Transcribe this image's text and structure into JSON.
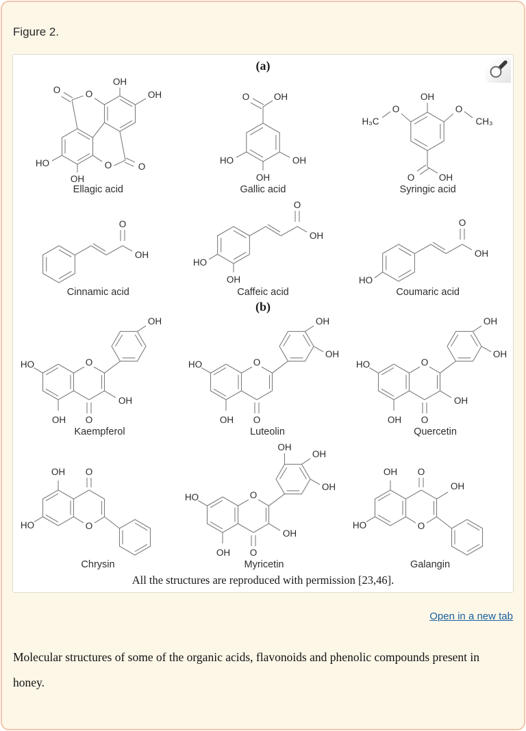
{
  "page": {
    "figure_label": "Figure 2.",
    "open_in_new_tab": "Open in a new tab",
    "caption_line1": "Molecular structures of some of the organic acids, flavonoids and phenolic compounds present in",
    "caption_line2": "honey."
  },
  "figure": {
    "section_a": "(a)",
    "section_b": "(b)",
    "permission_note": "All the structures are reproduced with permission [23,46]."
  },
  "icons": {
    "zoom": "magnifying-glass"
  },
  "colors": {
    "card_bg": "#fdf7e8",
    "card_border": "#f2c6ab",
    "link_blue": "#19609f",
    "structure_stroke": "#7d7d7d"
  },
  "molecules": {
    "ellagic": {
      "name": "Ellagic acid",
      "atoms": {
        "oh_top": "OH",
        "oh_right": "OH",
        "o_carbonyl_left": "O",
        "o_ring_top": "O",
        "ho_left": "HO",
        "oh_bottom": "OH",
        "o_ring_bottom": "O",
        "o_carbonyl_right": "O"
      }
    },
    "gallic": {
      "name": "Gallic acid",
      "atoms": {
        "o_carbonyl": "O",
        "oh_acid": "OH",
        "ho_left": "HO",
        "oh_bottom": "OH",
        "oh_right": "OH"
      }
    },
    "syringic": {
      "name": "Syringic acid",
      "atoms": {
        "oh_top": "OH",
        "o_left": "O",
        "h3c": "H₃C",
        "o_right": "O",
        "ch3": "CH₃",
        "o_carbonyl": "O",
        "oh_acid": "OH"
      }
    },
    "cinnamic": {
      "name": "Cinnamic acid",
      "atoms": {
        "o_carbonyl": "O",
        "oh_acid": "OH"
      }
    },
    "caffeic": {
      "name": "Caffeic acid",
      "atoms": {
        "o_carbonyl": "O",
        "oh_acid": "OH",
        "ho_left": "HO",
        "oh_bottom": "OH"
      }
    },
    "coumaric": {
      "name": "Coumaric acid",
      "atoms": {
        "o_carbonyl": "O",
        "oh_acid": "OH",
        "ho_left": "HO"
      }
    },
    "kaempferol": {
      "name": "Kaempferol",
      "atoms": {
        "ho7": "HO",
        "o1": "O",
        "oh3": "OH",
        "oh5": "OH",
        "o4": "O",
        "oh4p": "OH"
      }
    },
    "luteolin": {
      "name": "Luteolin",
      "atoms": {
        "ho7": "HO",
        "o1": "O",
        "oh5": "OH",
        "o4": "O",
        "oh3p": "OH",
        "oh4p": "OH"
      }
    },
    "quercetin": {
      "name": "Quercetin",
      "atoms": {
        "ho7": "HO",
        "o1": "O",
        "oh3": "OH",
        "oh5": "OH",
        "o4": "O",
        "oh3p": "OH",
        "oh4p": "OH"
      }
    },
    "chrysin": {
      "name": "Chrysin",
      "atoms": {
        "oh5": "OH",
        "o4": "O",
        "ho7": "HO",
        "o1": "O"
      }
    },
    "myricetin": {
      "name": "Myricetin",
      "atoms": {
        "ho7": "HO",
        "o1": "O",
        "oh3": "OH",
        "oh5": "OH",
        "o4": "O",
        "oh3p": "OH",
        "oh4p": "OH",
        "oh5p": "OH"
      }
    },
    "galangin": {
      "name": "Galangin",
      "atoms": {
        "oh5": "OH",
        "o4": "O",
        "oh3": "OH",
        "ho7": "HO",
        "o1": "O"
      }
    }
  }
}
